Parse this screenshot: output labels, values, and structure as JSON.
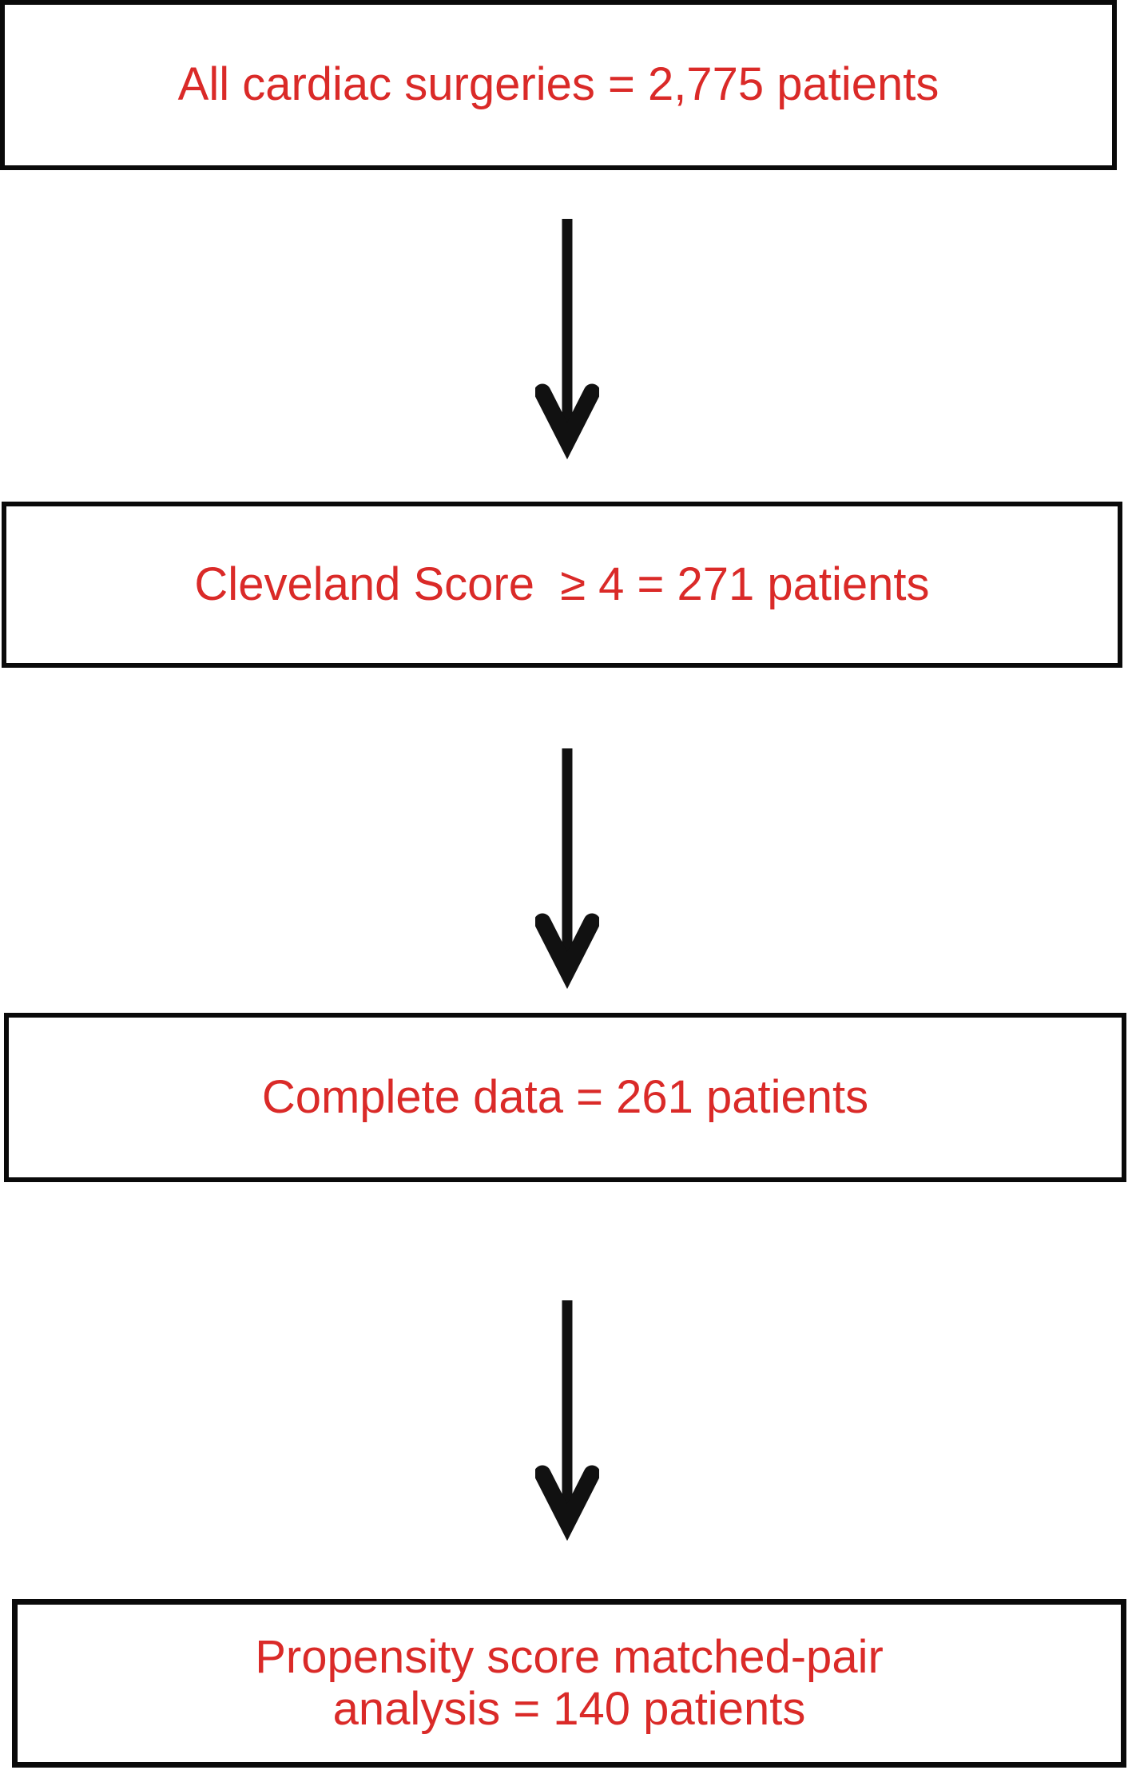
{
  "figure": {
    "description": "Patient selection flowchart",
    "background_color": "#ffffff",
    "box_border_color": "#0a0a0a",
    "text_color": "#da2a28",
    "arrow_color": "#111111",
    "boxes": [
      {
        "id": "all-cardiac-surgeries",
        "text": "All cardiac surgeries = 2,775 patients"
      },
      {
        "id": "cleveland-score",
        "text": "Cleveland Score  ≥ 4 = 271 patients"
      },
      {
        "id": "complete-data",
        "text": "Complete data = 261 patients"
      },
      {
        "id": "propensity-matched",
        "line1": "Propensity score matched-pair",
        "line2": "analysis = 140 patients"
      }
    ],
    "arrows": [
      {
        "id": "arrow-1",
        "direction": "down",
        "from": "all-cardiac-surgeries",
        "to": "cleveland-score"
      },
      {
        "id": "arrow-2",
        "direction": "down",
        "from": "cleveland-score",
        "to": "complete-data"
      },
      {
        "id": "arrow-3",
        "direction": "down",
        "from": "complete-data",
        "to": "propensity-matched"
      }
    ]
  }
}
